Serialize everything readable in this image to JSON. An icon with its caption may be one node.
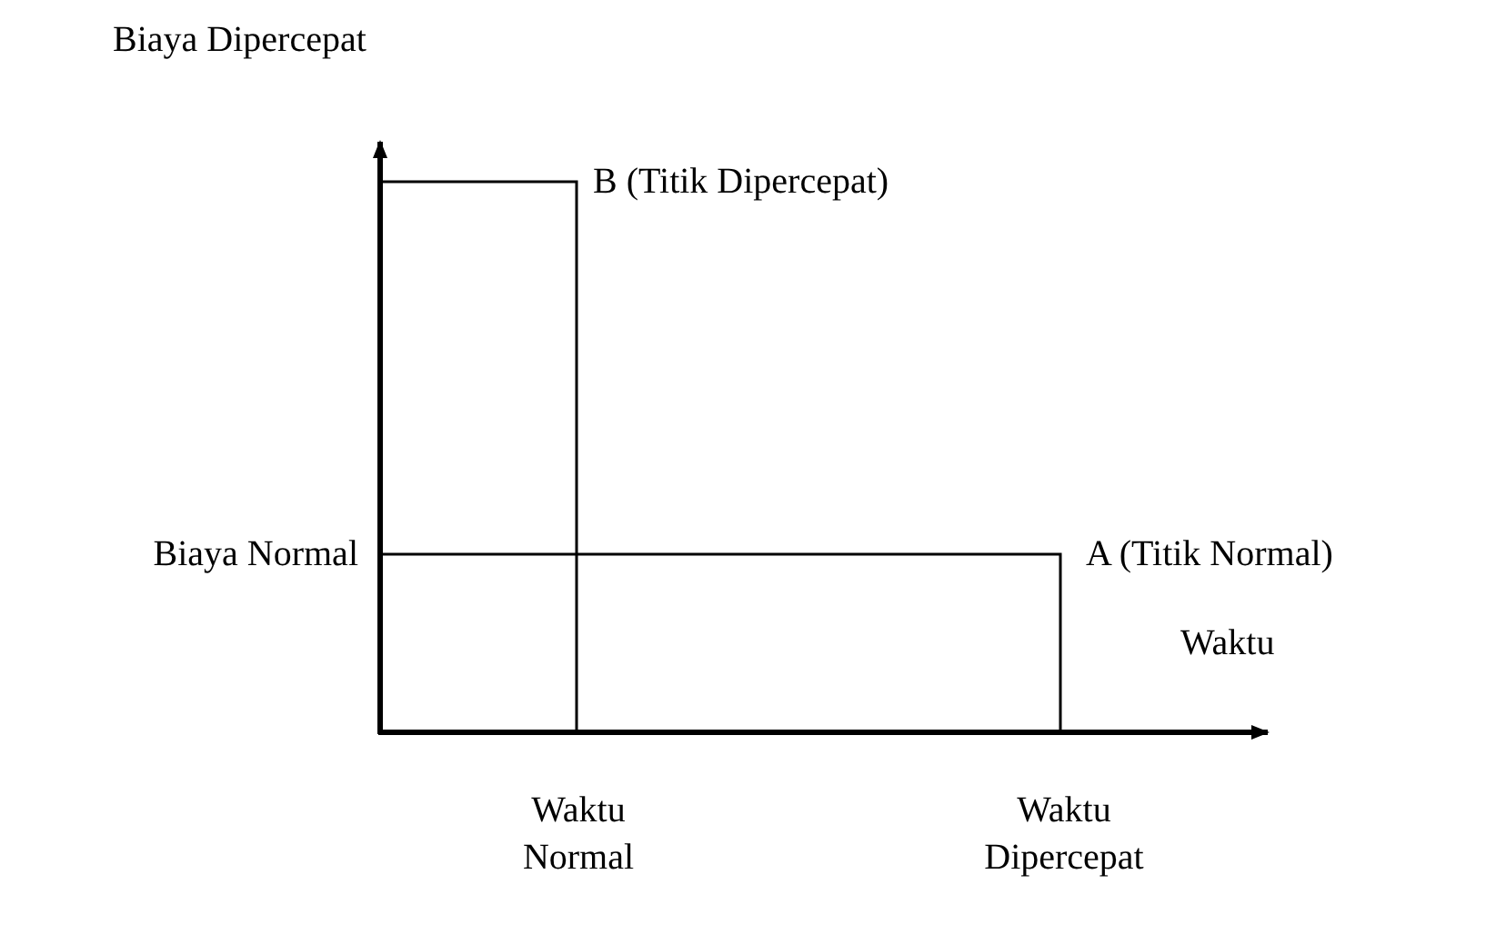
{
  "diagram": {
    "labels": [
      "Biaya Dipercepat",
      "B (Titik Dipercepat)",
      "Biaya Normal",
      "A (Titik Normal)",
      "Waktu",
      "Waktu Normal",
      "Waktu Dipercepat"
    ]
  }
}
